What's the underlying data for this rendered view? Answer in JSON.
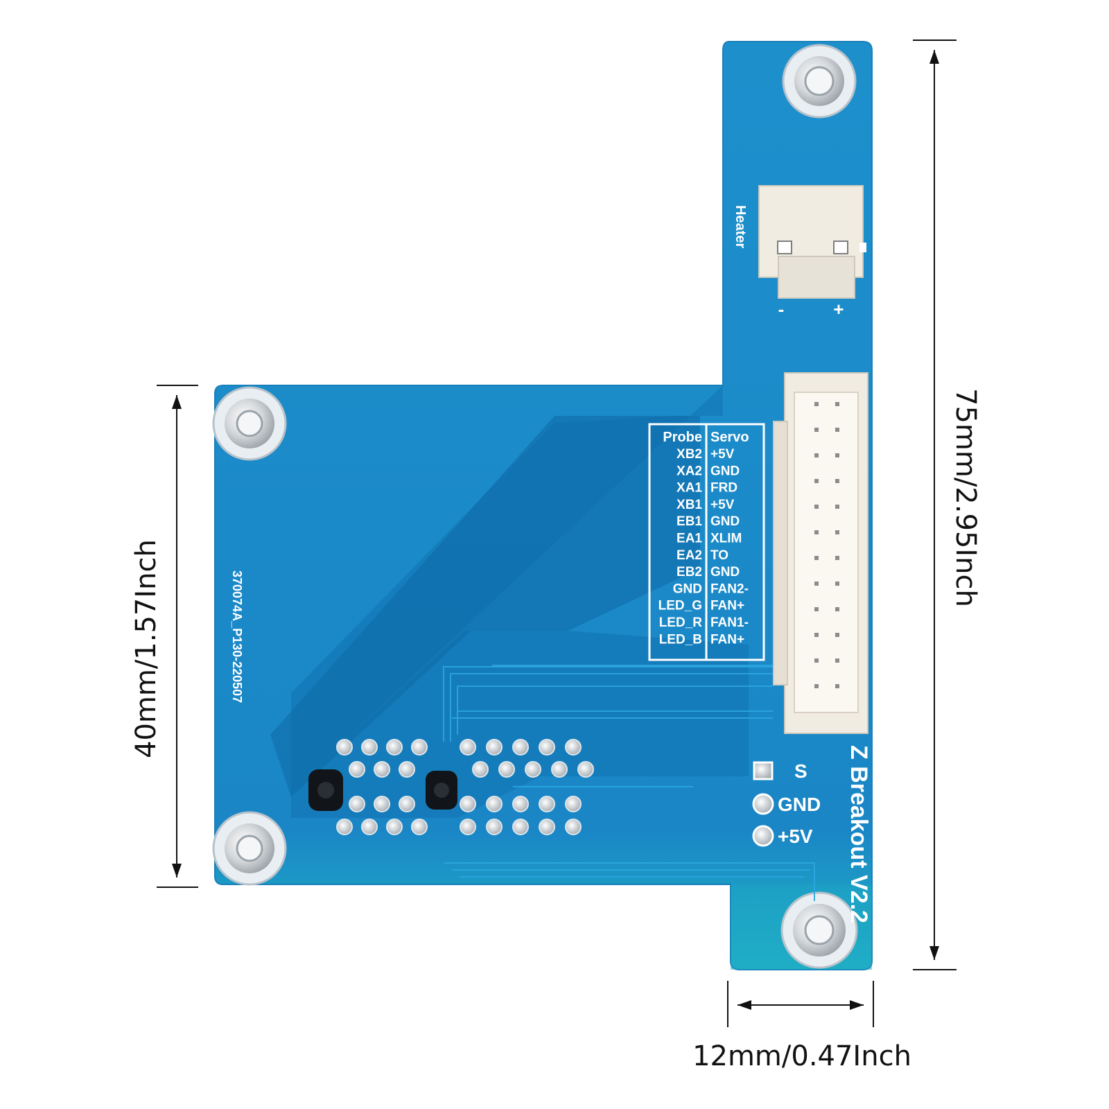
{
  "dimensions": {
    "height_main": "75mm/2.95Inch",
    "height_plate": "40mm/1.57Inch",
    "width_strip": "12mm/0.47Inch"
  },
  "board": {
    "title": "Z Breakout V2.2",
    "part_code": "370074A_P130-220507",
    "heater_label": "Heater",
    "heater_minus": "-",
    "heater_plus": "+",
    "header_left": "Probe",
    "header_right": "Servo",
    "pins_left": [
      "XB2",
      "XA2",
      "XA1",
      "XB1",
      "EB1",
      "EA1",
      "EA2",
      "EB2",
      "GND",
      "LED_G",
      "LED_R",
      "LED_B"
    ],
    "pins_right": [
      "+5V",
      "GND",
      "FRD",
      "+5V",
      "GND",
      "XLIM",
      "TO",
      "GND",
      "FAN2-",
      "FAN+",
      "FAN1-",
      "FAN+"
    ],
    "probe_pins": [
      "S",
      "GND",
      "+5V"
    ]
  },
  "colors": {
    "pcb": "#1a86c6",
    "pcb_dark": "#0f6fae",
    "pcb_edge": "#24b0c8",
    "connector": "#f1ece2",
    "silkscreen": "#ffffff",
    "dimension": "#111111"
  }
}
